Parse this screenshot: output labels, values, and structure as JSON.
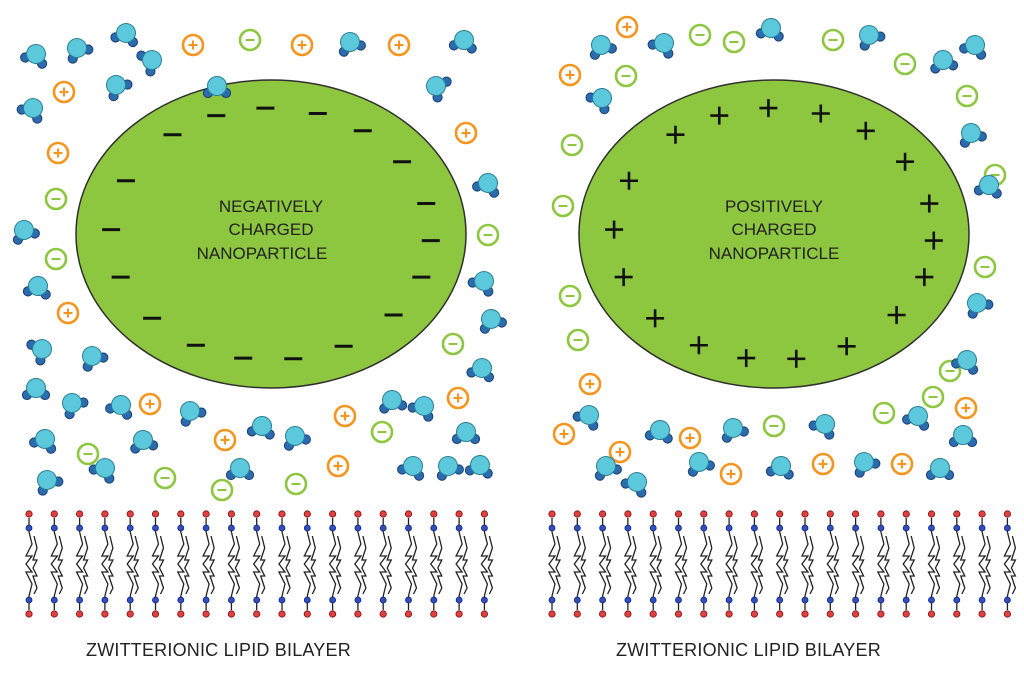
{
  "left_panel": {
    "particle_lines": [
      "NEGATIVELY",
      "CHARGED",
      "NANOPARTICLE"
    ],
    "surface_charge_symbol": "−",
    "membrane_caption": "ZWITTERIONIC LIPID BILAYER"
  },
  "right_panel": {
    "particle_lines": [
      "POSITIVELY",
      "CHARGED",
      "NANOPARTICLE"
    ],
    "surface_charge_symbol": "+",
    "membrane_caption": "ZWITTERIONIC LIPID BILAYER"
  },
  "ion_symbols": {
    "cation": "+",
    "anion": "−"
  },
  "colors": {
    "nanoparticle_fill": "#8dc63f",
    "cation": "#f7941d",
    "anion": "#8dc63f",
    "water": "#5bc8dc",
    "water_h": "#2b6cb0",
    "lipid_head_outer": "#e04040",
    "lipid_head_inner": "#3050c0"
  },
  "icons": [
    "water-molecule-icon",
    "cation-icon",
    "anion-icon",
    "lipid-molecule-icon"
  ]
}
